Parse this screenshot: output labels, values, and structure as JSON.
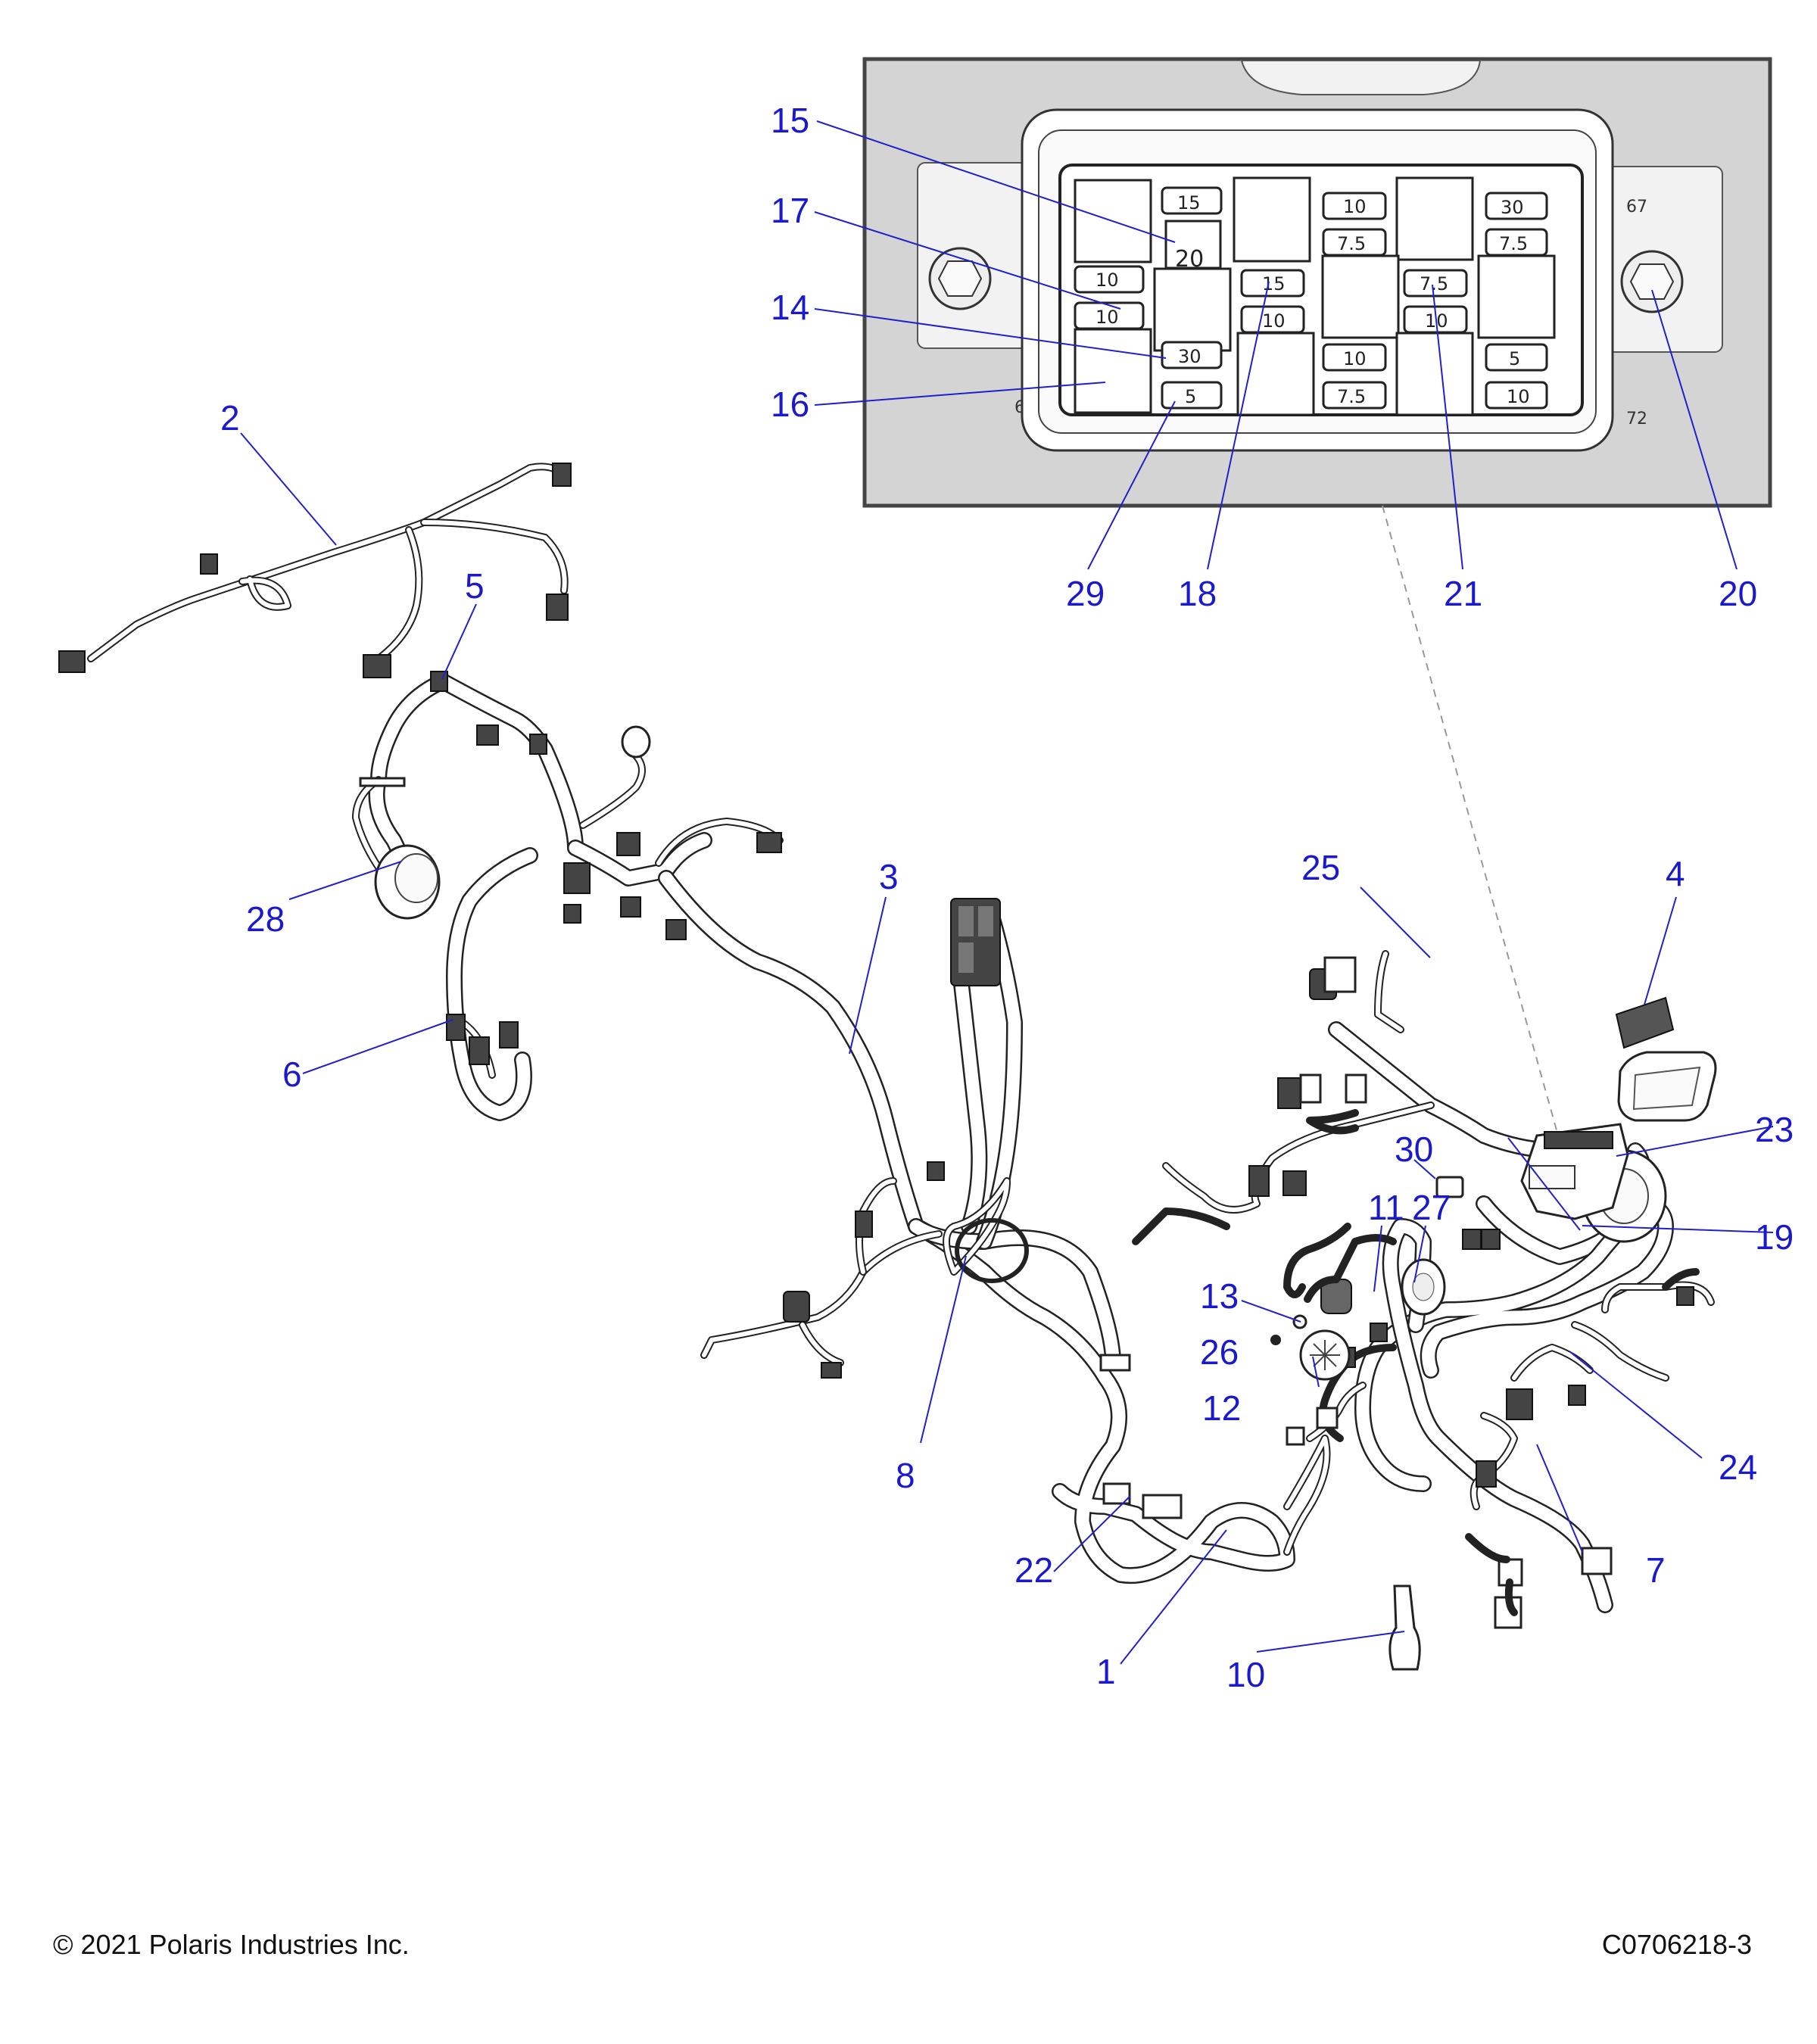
{
  "footer": {
    "copyright": "© 2021 Polaris Industries Inc.",
    "figure_id": "C0706218-3"
  },
  "inset": {
    "fuses_top": [
      "15",
      "20",
      "10",
      "7.5",
      "30",
      "7.5"
    ],
    "fuses_mid": [
      "10",
      "10",
      "15",
      "10",
      "7.5",
      "10"
    ],
    "fuses_bottom": [
      "30",
      "5",
      "10",
      "7.5",
      "5",
      "10"
    ],
    "side_labels": [
      "6",
      "67",
      "72"
    ]
  },
  "callouts": {
    "c1": "1",
    "c2": "2",
    "c3": "3",
    "c4": "4",
    "c5": "5",
    "c6": "6",
    "c7": "7",
    "c8": "8",
    "c10": "10",
    "c11": "11",
    "c12": "12",
    "c13": "13",
    "c14": "14",
    "c15": "15",
    "c16": "16",
    "c17": "17",
    "c18": "18",
    "c19": "19",
    "c20": "20",
    "c21": "21",
    "c22": "22",
    "c23": "23",
    "c24": "24",
    "c25": "25",
    "c26": "26",
    "c27": "27",
    "c28": "28",
    "c29": "29",
    "c30": "30"
  },
  "colors": {
    "callout": "#1a1acc",
    "inset_bg": "#d4d4d4",
    "line": "#222222"
  }
}
